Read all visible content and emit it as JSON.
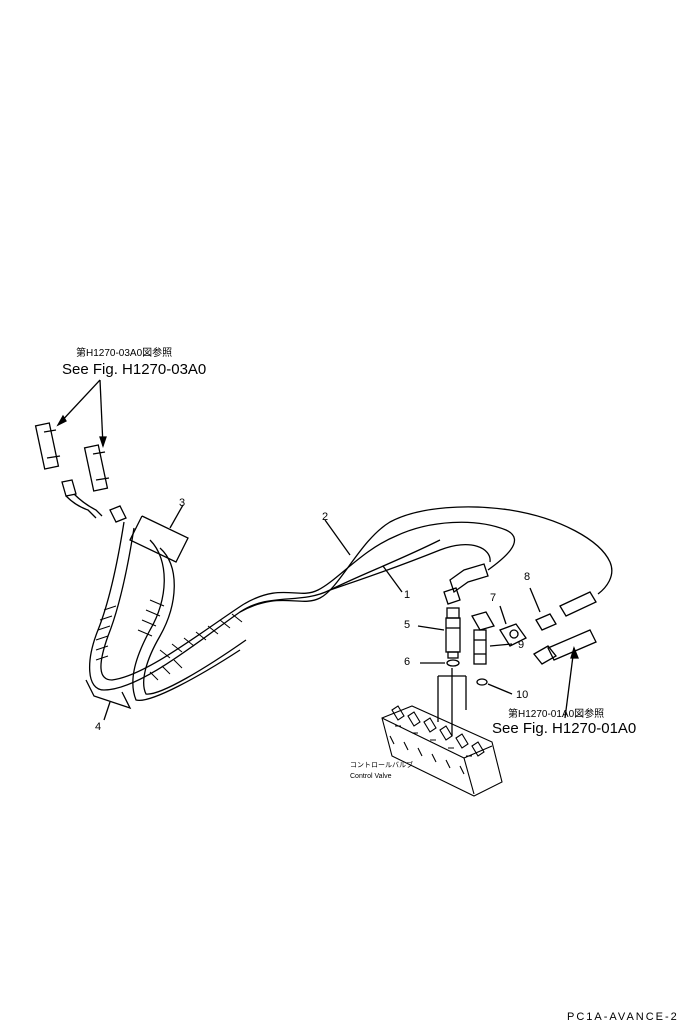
{
  "ref_top": {
    "jp": "第H1270-03A0図参照",
    "en": "See Fig. H1270-03A0"
  },
  "ref_bottom": {
    "jp": "第H1270-01A0図参照",
    "en": "See Fig. H1270-01A0"
  },
  "control_valve": {
    "jp": "コントロールバルブ",
    "en": "Control Valve"
  },
  "callouts": [
    "1",
    "2",
    "3",
    "4",
    "5",
    "6",
    "7",
    "8",
    "9",
    "10"
  ],
  "page_code": "PC1A-AVANCE-2"
}
